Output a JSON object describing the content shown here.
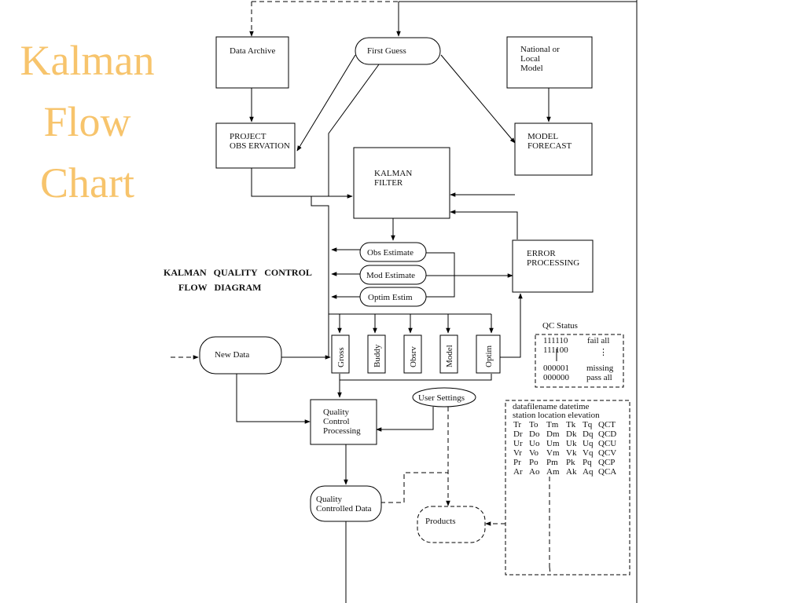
{
  "side_title": [
    "Kalman",
    "Flow",
    "Chart"
  ],
  "diagram": {
    "data_archive": "Data Archive",
    "first_guess": "First Guess",
    "national_model": [
      "National or",
      "Local",
      "Model"
    ],
    "project_observation": [
      "PROJECT",
      "OBS ERVATION"
    ],
    "model_forecast": [
      "MODEL",
      "FORECAST"
    ],
    "kalman_filter": [
      "KALMAN",
      "FILTER"
    ],
    "obs_estimate": "Obs Estimate",
    "mod_estimate": "Mod Estimate",
    "optim_estim": "Optim Estim",
    "error_processing": [
      "ERROR",
      "PROCESSING"
    ],
    "caption": [
      "KALMAN   QUALITY   CONTROL",
      "FLOW   DIAGRAM"
    ],
    "new_data": "New Data",
    "checks": [
      "Gross",
      "Buddy",
      "Obsrv",
      "Model",
      "Optim"
    ],
    "user_settings": "User Settings",
    "quality_control_processing": [
      "Quality",
      "Control",
      "Processing"
    ],
    "quality_controlled_data": [
      "Quality",
      "Controlled Data"
    ],
    "products": "Products",
    "qc_status": {
      "title": "QC Status",
      "rows": [
        [
          "111110",
          "fail all"
        ],
        [
          "111100",
          ""
        ],
        [
          "000001",
          "missing"
        ],
        [
          "000000",
          "pass all"
        ]
      ]
    },
    "data_file": {
      "header": [
        "datafilename datetime",
        "station location elevation"
      ],
      "rows": [
        [
          "Tr",
          "To",
          "Tm",
          "Tk",
          "Tq",
          "QCT"
        ],
        [
          "Dr",
          "Do",
          "Dm",
          "Dk",
          "Dq",
          "QCD"
        ],
        [
          "Ur",
          "Uo",
          "Um",
          "Uk",
          "Uq",
          "QCU"
        ],
        [
          "Vr",
          "Vo",
          "Vm",
          "Vk",
          "Vq",
          "QCV"
        ],
        [
          "Pr",
          "Po",
          "Pm",
          "Pk",
          "Pq",
          "QCP"
        ],
        [
          "Ar",
          "Ao",
          "Am",
          "Ak",
          "Aq",
          "QCA"
        ]
      ]
    }
  }
}
